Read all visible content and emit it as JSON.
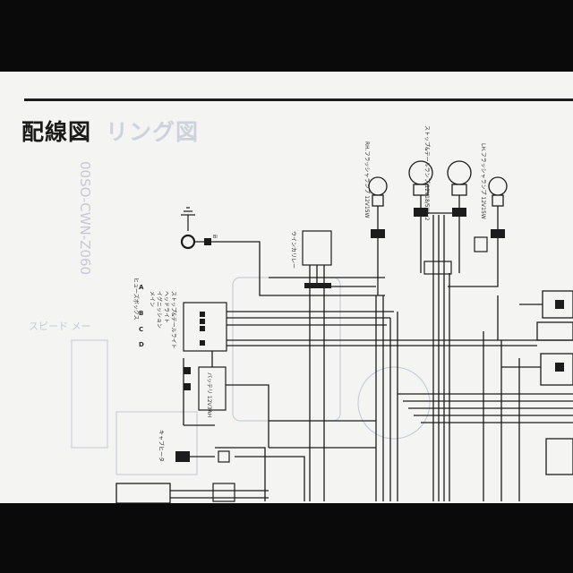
{
  "document": {
    "title": "配線図",
    "ghost_title": "リング図",
    "ghost_part_number": "00SO-CWN-Z060",
    "ghost_speed_label": "スピード メー"
  },
  "components": {
    "lamp_right_winker": "RH.フラッシャランプ 12V15W",
    "lamp_stop_tail": "ストップ&テールランプ 12V18/5W×2",
    "lamp_left_winker": "LH.フラッシャランプ 12V15W",
    "winker_relay": "ウインカリレー",
    "fuse_box": "ヒューズボックス",
    "fuse_items": [
      "メイン",
      "イグニッション",
      "ヘッドライト",
      "ストップ&テールライト"
    ],
    "fuse_letters": [
      "A",
      "B",
      "C",
      "D"
    ],
    "battery": "バッテリ 12V3AH",
    "carb_heater": "キャブヒータ",
    "wire_code": "BI"
  },
  "colors": {
    "paper": "#f4f4f2",
    "ink": "#1c1c1c",
    "ghost": "#c3c9d6",
    "background": "#0a0a0a"
  }
}
